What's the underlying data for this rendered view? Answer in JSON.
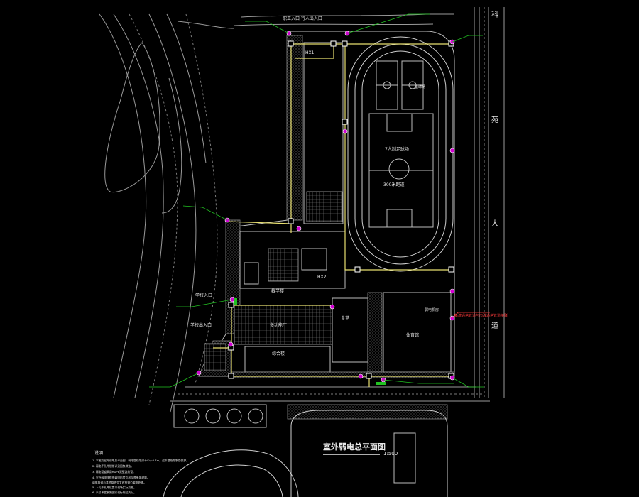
{
  "drawing": {
    "title": "室外弱电总平面图",
    "scale": "1:500"
  },
  "road_names": [
    "科",
    "苑",
    "大",
    "道"
  ],
  "labels": {
    "main_entrance": "职工入口 行人出入口",
    "entrance_left": "学校入口",
    "entrance_left2": "学校出入口",
    "basketball": "篮球场",
    "football": "7人制足球场",
    "football2": "300米跑道",
    "building_a": "教学楼",
    "building_b": "综合楼",
    "building_c": "体育馆",
    "hall": "多功能厅",
    "canteen": "食堂",
    "note_red": "新建通信管道与市政通信管道接驳",
    "weak_room": "弱电机房",
    "tag1": "HX1",
    "tag2": "HX2"
  },
  "notes": {
    "heading": "说明",
    "lines": [
      "1. 本图为室外弱电总平面图，弱电管线埋深不小于0.7m，过车道处穿钢管保护。",
      "2. 弱电手孔井规格详见图集做法。",
      "3. 弱电管道采用HDPE双壁波纹管。",
      "4. 室外弱电线缆由弱电机房引出至各单体建筑。",
      "   弱电管道与其他管线交叉时按规范要求处理。",
      "5. 人孔手孔井位置以现场实际为准。",
      "6. 未尽事宜参照国家现行规范执行。"
    ]
  },
  "colors": {
    "background": "#000000",
    "linework": "#bdbdbd",
    "cable": "#e8e070",
    "node": "#d400d4",
    "annotation": "#22c322",
    "warning": "#ff3b3b"
  }
}
